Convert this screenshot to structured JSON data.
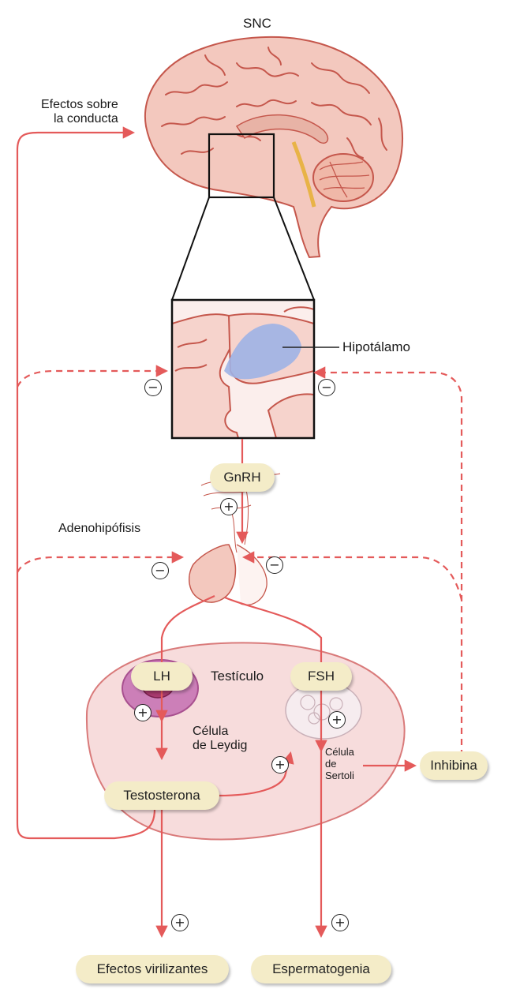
{
  "labels": {
    "snc": "SNC",
    "behavior_effects": "Efectos sobre\nla conducta",
    "hypothalamus": "Hipotálamo",
    "adenohypophysis": "Adenohipófisis",
    "testis": "Testículo",
    "leydig_cell": "Célula\nde Leydig",
    "sertoli_cell": "Célula\nde\nSertoli"
  },
  "hormones": {
    "gnrh": "GnRH",
    "lh": "LH",
    "fsh": "FSH",
    "testosterone": "Testosterona",
    "inhibin": "Inhibina"
  },
  "outcomes": {
    "virilizing": "Efectos virilizantes",
    "spermatogenesis": "Espermatogenia"
  },
  "signs": {
    "positive": "+",
    "negative": "−"
  },
  "colors": {
    "arrow": "#e45a5a",
    "brain": "#f3c8be",
    "brain_outline": "#c5574c",
    "hypothalamus": "#9fb3e6",
    "testis_fill": "#f7dcdc",
    "testis_outline": "#d97a7a",
    "leydig": "#cc7fb8",
    "pill": "#f4ecc8"
  }
}
